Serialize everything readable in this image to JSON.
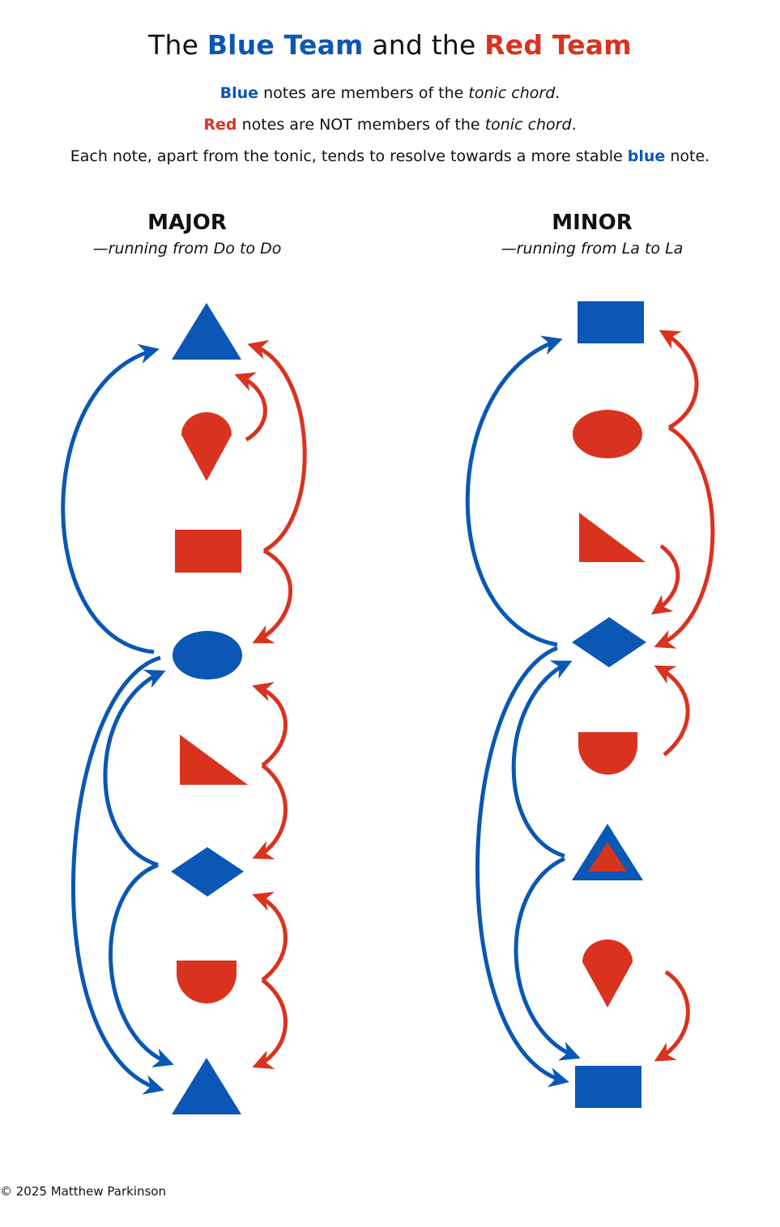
{
  "header": {
    "title_prefix": "The",
    "title_blue": "Blue Team",
    "title_mid": "and the",
    "title_red": "Red Team",
    "line1_blue": "Blue",
    "line1_text": "notes are members of the",
    "line1_italic": "tonic chord",
    "line1_end": ".",
    "line2_red": "Red",
    "line2_text": "notes are NOT members of the",
    "line2_italic": "tonic chord",
    "line2_end": ".",
    "line3_text": "Each note, apart from the tonic, tends to resolve towards a more stable",
    "line3_blue": "blue",
    "line3_end": "note."
  },
  "major": {
    "heading": "MAJOR",
    "subheading": "—running from Do to Do"
  },
  "minor": {
    "heading": "MINOR",
    "subheading": "—running from La to La"
  },
  "colors": {
    "blue": "#0a57b5",
    "red": "#d9331f"
  },
  "shapes": {
    "major": [
      "triangle",
      "drop",
      "rectangle",
      "ellipse",
      "right-triangle",
      "diamond",
      "half-circle",
      "triangle"
    ],
    "minor": [
      "rectangle",
      "ellipse",
      "right-triangle",
      "diamond",
      "half-circle",
      "outlined-triangle",
      "drop",
      "rectangle"
    ]
  },
  "footer": {
    "copyright": "© 2025 Matthew Parkinson"
  }
}
